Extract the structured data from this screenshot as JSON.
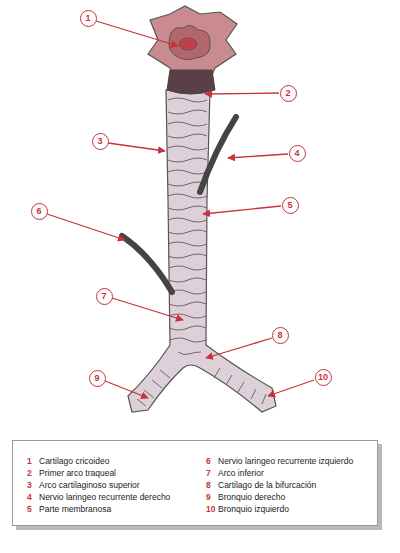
{
  "diagram": {
    "nodes": [
      {
        "text": [
          "1"
        ]
      },
      {
        "text": [
          "2"
        ]
      },
      {
        "text": [
          "3"
        ]
      },
      {
        "text": [
          "4"
        ]
      },
      {
        "text": [
          "5"
        ]
      },
      {
        "text": [
          "6"
        ]
      },
      {
        "text": [
          "7"
        ]
      },
      {
        "text": [
          "8"
        ]
      },
      {
        "text": [
          "9"
        ]
      },
      {
        "text": [
          "10"
        ]
      },
      {
        "text": [
          "1",
          "Cartilago cricoideo",
          "2",
          "Primer arco traqueal",
          "3",
          "Arco cartilaginoso superior",
          "4",
          "Nervio laringeo recurrente derecho",
          "5",
          "Parte membranosa",
          "6",
          "Nervio laringeo recurrente izquierdo",
          "7",
          "Arco inferior",
          "8",
          "Cartilago de la bifurcación",
          "9",
          "Bronquio derecho",
          "10",
          "Bronquio izquierdo"
        ]
      }
    ]
  }
}
